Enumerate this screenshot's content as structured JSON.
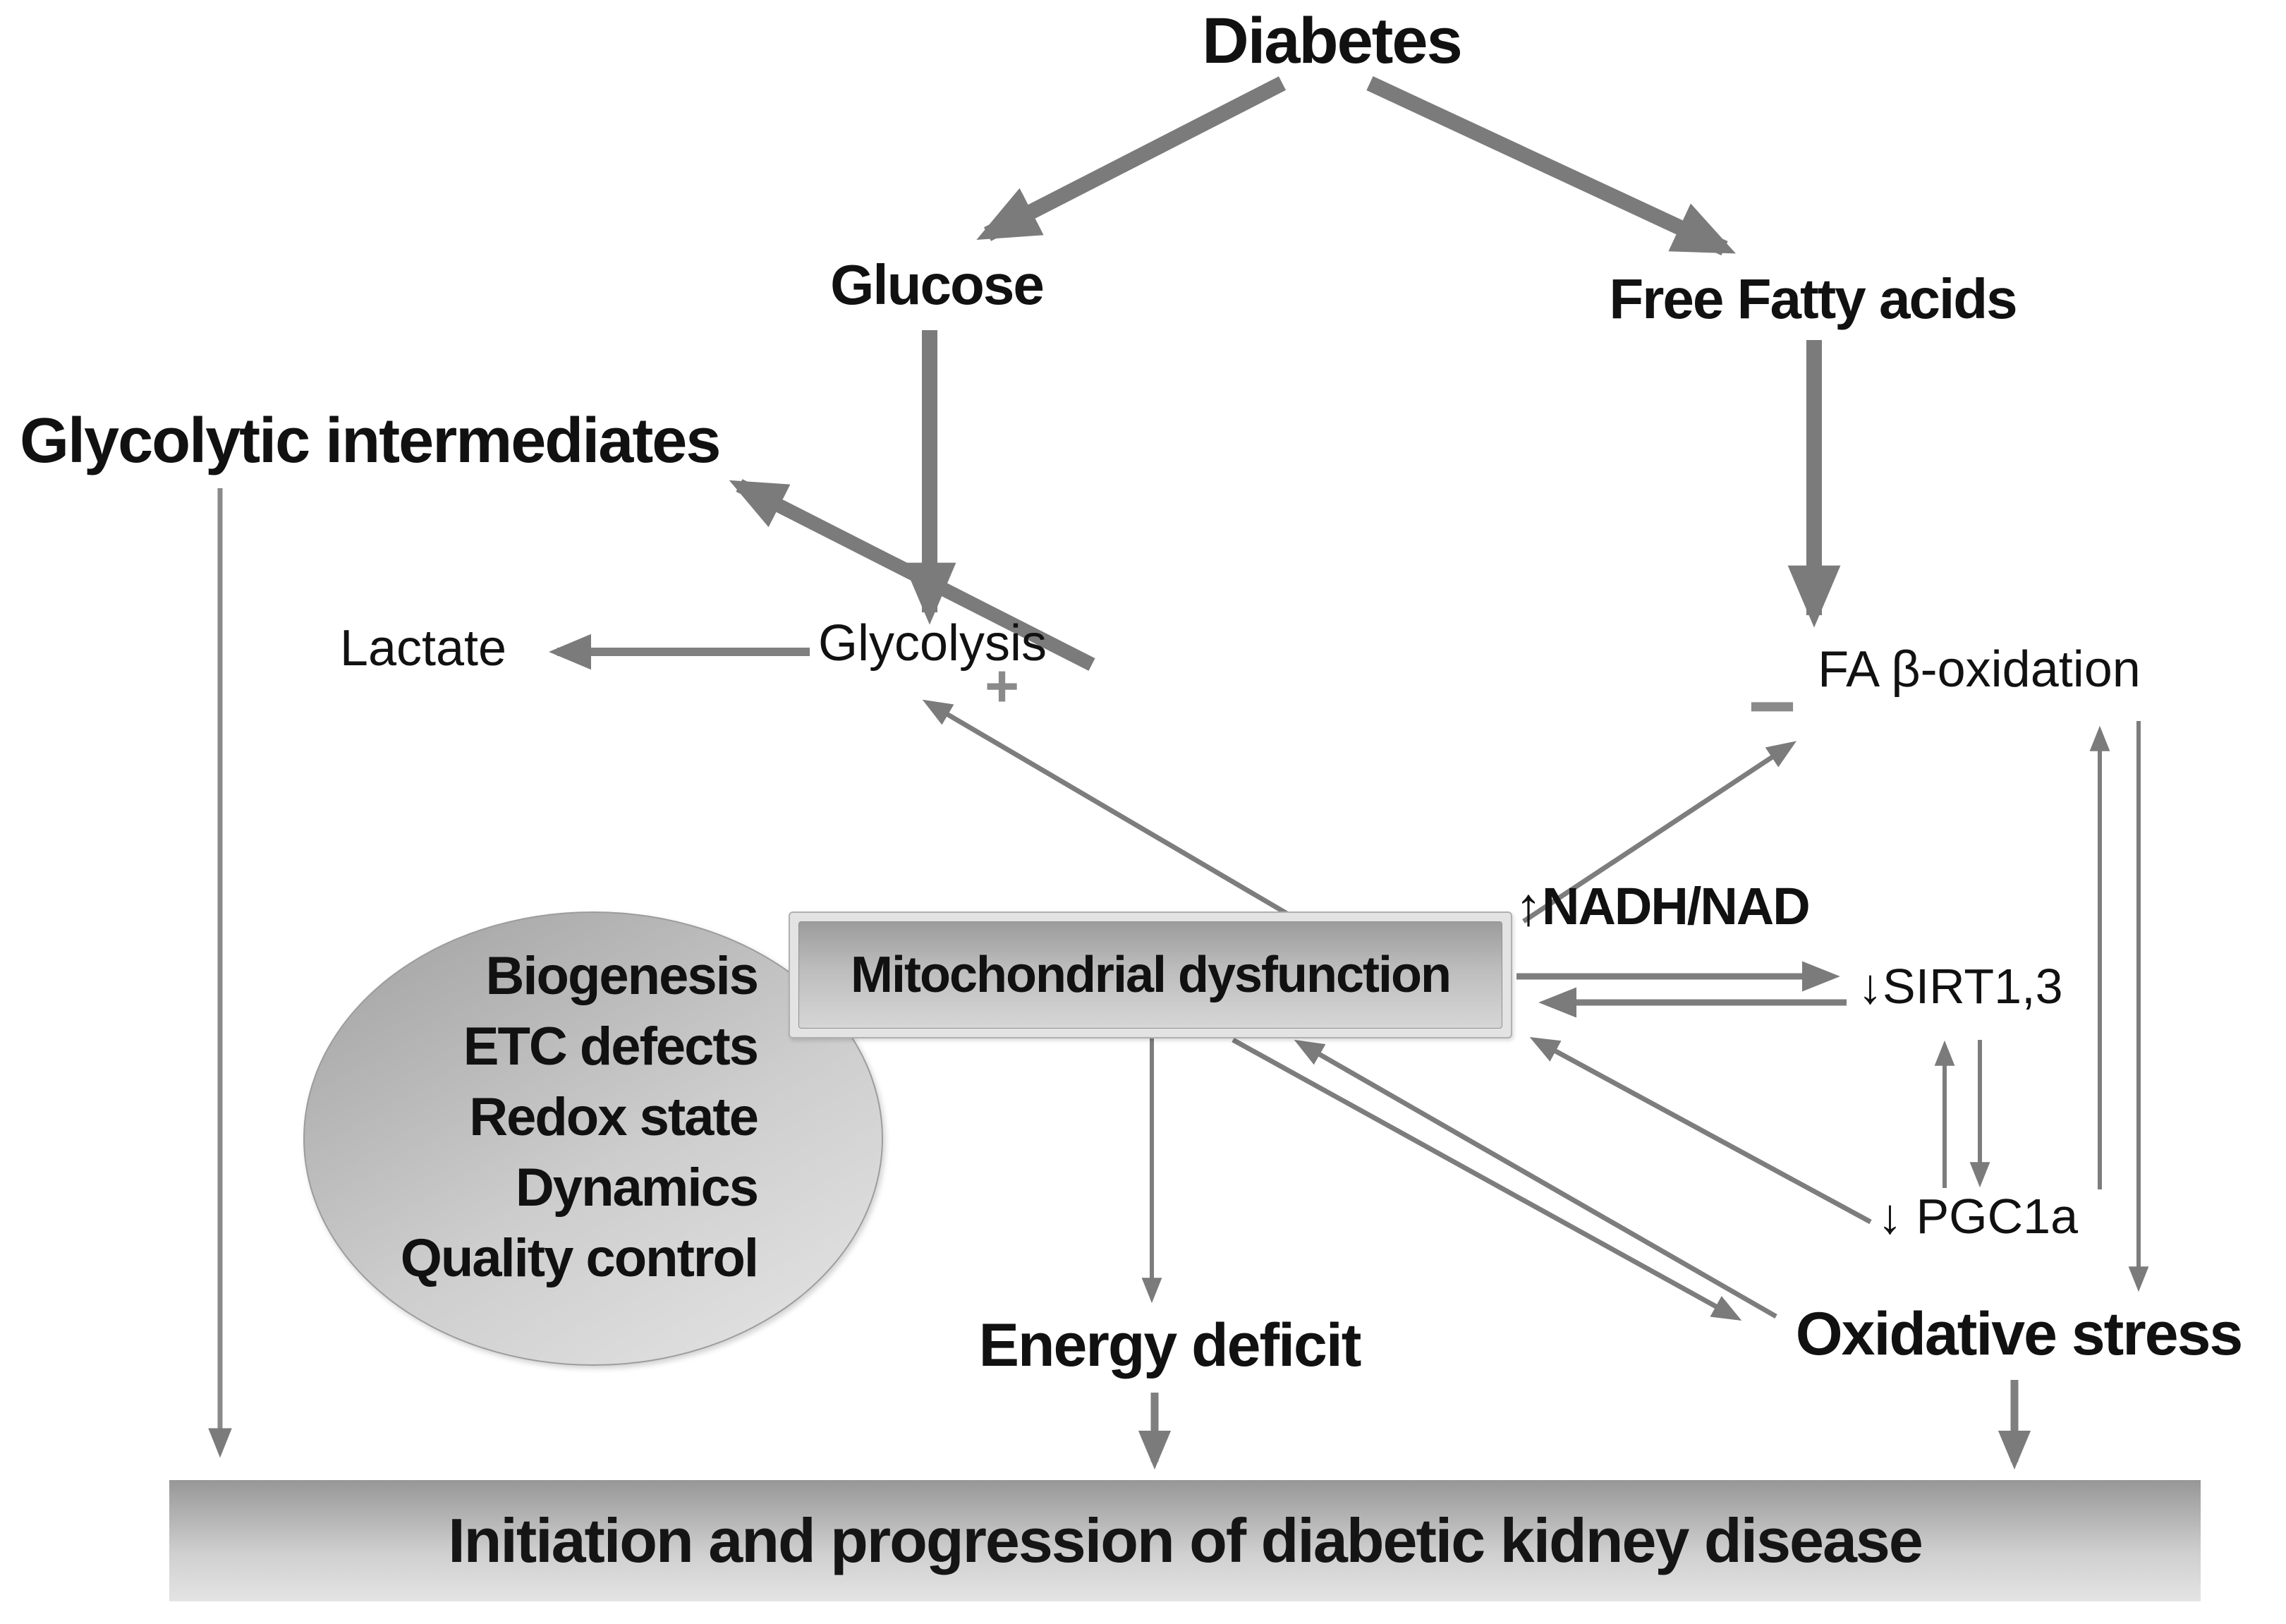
{
  "figure": {
    "background": "#ffffff",
    "arrow_color": "#7b7b7b",
    "text_color": "#111111",
    "sign_color": "#8a8a8a",
    "nodes": {
      "diabetes": "Diabetes",
      "glucose": "Glucose",
      "free_fatty_acids": "Free Fatty acids",
      "glycolytic_intermediates": "Glycolytic intermediates",
      "lactate": "Lactate",
      "glycolysis": "Glycolysis",
      "fa_beta_oxidation": "FA β-oxidation",
      "mitochondrial_dysfunction": "Mitochondrial dysfunction",
      "nadh_prefix": "↑",
      "nadh_nad": "NADH/NAD",
      "sirt13": "↓SIRT1,3",
      "pgc1a": "↓ PGC1a",
      "oxidative_stress": "Oxidative stress",
      "energy_deficit": "Energy deficit",
      "outcome": "Initiation and progression of diabetic kidney disease"
    },
    "mito_causes": {
      "items": [
        "Biogenesis",
        "ETC defects",
        "Redox state",
        "Dynamics",
        "Quality control"
      ]
    },
    "signs": {
      "plus": "+",
      "minus": "−"
    },
    "edges": [
      {
        "from": "Diabetes",
        "to": "Glucose"
      },
      {
        "from": "Diabetes",
        "to": "Free Fatty acids"
      },
      {
        "from": "Glucose",
        "to": "Glycolysis"
      },
      {
        "from": "Glycolysis",
        "to": "Lactate"
      },
      {
        "from": "Glycolysis",
        "to": "Glycolytic intermediates"
      },
      {
        "from": "Glycolytic intermediates",
        "to": "Initiation and progression of diabetic kidney disease"
      },
      {
        "from": "Free Fatty acids",
        "to": "FA β-oxidation"
      },
      {
        "from": "Mitochondrial dysfunction",
        "to": "Glycolysis",
        "sign": "+"
      },
      {
        "from": "Mitochondrial dysfunction",
        "to": "FA β-oxidation",
        "sign": "−"
      },
      {
        "from": "Mitochondrial dysfunction",
        "to": "SIRT1,3"
      },
      {
        "from": "SIRT1,3",
        "to": "Mitochondrial dysfunction"
      },
      {
        "from": "SIRT1,3",
        "to": "PGC1a"
      },
      {
        "from": "PGC1a",
        "to": "SIRT1,3"
      },
      {
        "from": "PGC1a",
        "to": "FA β-oxidation"
      },
      {
        "from": "FA β-oxidation",
        "to": "Oxidative stress"
      },
      {
        "from": "PGC1a",
        "to": "Mitochondrial dysfunction"
      },
      {
        "from": "Oxidative stress",
        "to": "Mitochondrial dysfunction"
      },
      {
        "from": "Mitochondrial dysfunction",
        "to": "Oxidative stress"
      },
      {
        "from": "Mitochondrial dysfunction",
        "to": "Energy deficit"
      },
      {
        "from": "Energy deficit",
        "to": "Initiation and progression of diabetic kidney disease"
      },
      {
        "from": "Oxidative stress",
        "to": "Initiation and progression of diabetic kidney disease"
      }
    ]
  }
}
